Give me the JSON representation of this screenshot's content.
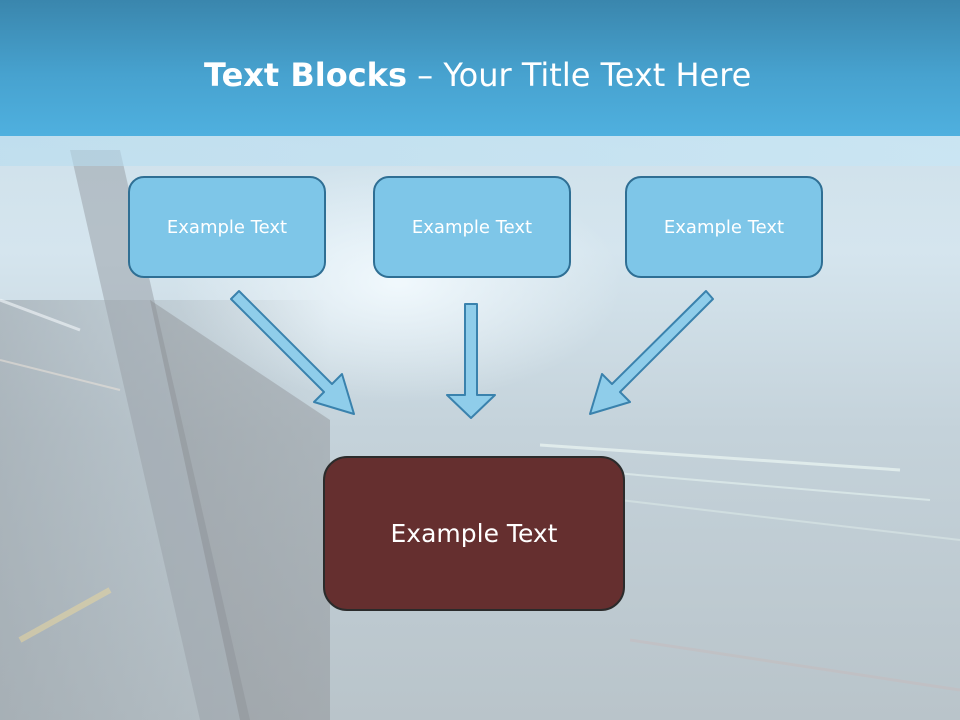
{
  "title": {
    "bold": "Text Blocks",
    "separator": " – ",
    "rest": "Your Title Text Here"
  },
  "blocks": {
    "left": "Example Text",
    "center": "Example Text",
    "right": "Example Text",
    "bottom": "Example Text"
  },
  "colors": {
    "title_bar": "#47a2cf",
    "top_box_fill": "#7ec6e8",
    "top_box_border": "#2f6f94",
    "bottom_box_fill": "#652f2f",
    "arrow_fill": "#8fcdea",
    "arrow_stroke": "#3a82ad"
  }
}
